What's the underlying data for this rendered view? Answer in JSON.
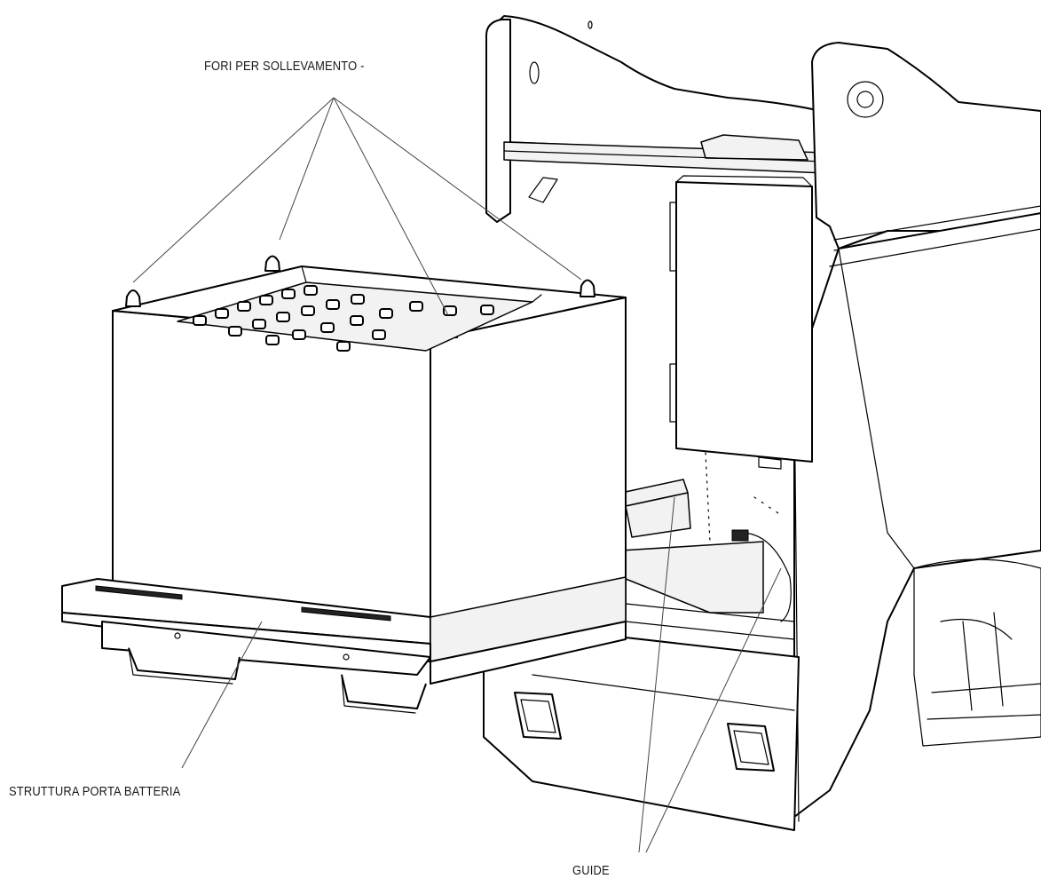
{
  "labels": {
    "lifting_holes": "FORI PER SOLLEVAMENTO -",
    "battery_frame": "STRUTTURA PORTA BATTERIA",
    "guides": "GUIDE"
  }
}
